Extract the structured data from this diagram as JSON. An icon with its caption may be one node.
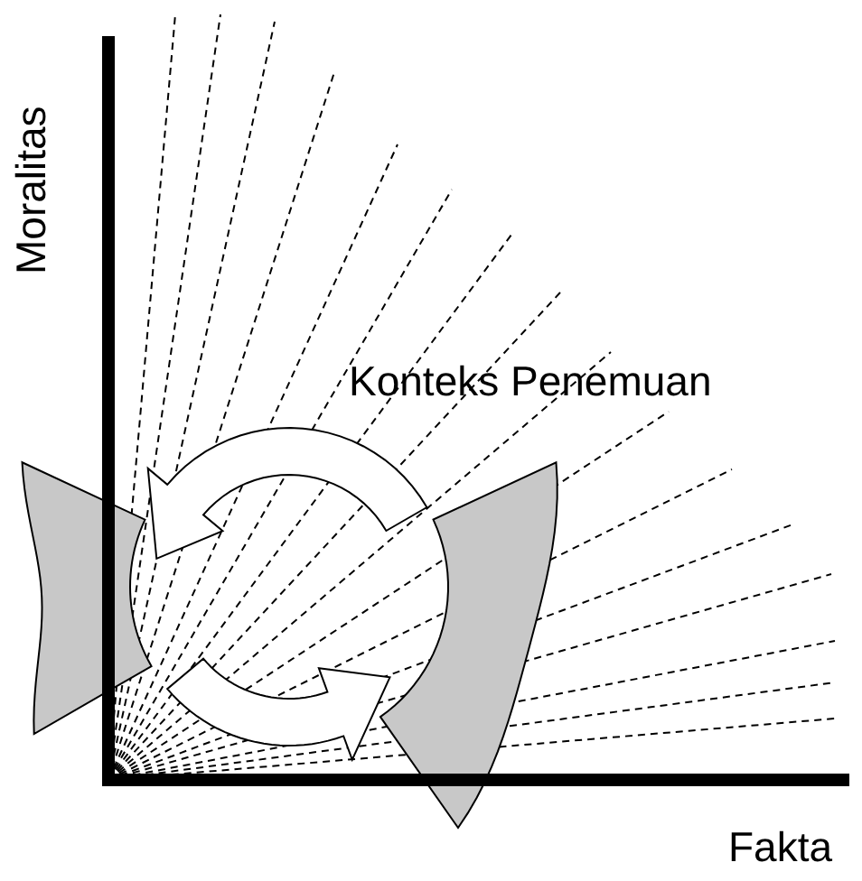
{
  "diagram": {
    "labels": [
      "Moralitas",
      "Konteks Penemuan",
      "Fakta"
    ]
  }
}
